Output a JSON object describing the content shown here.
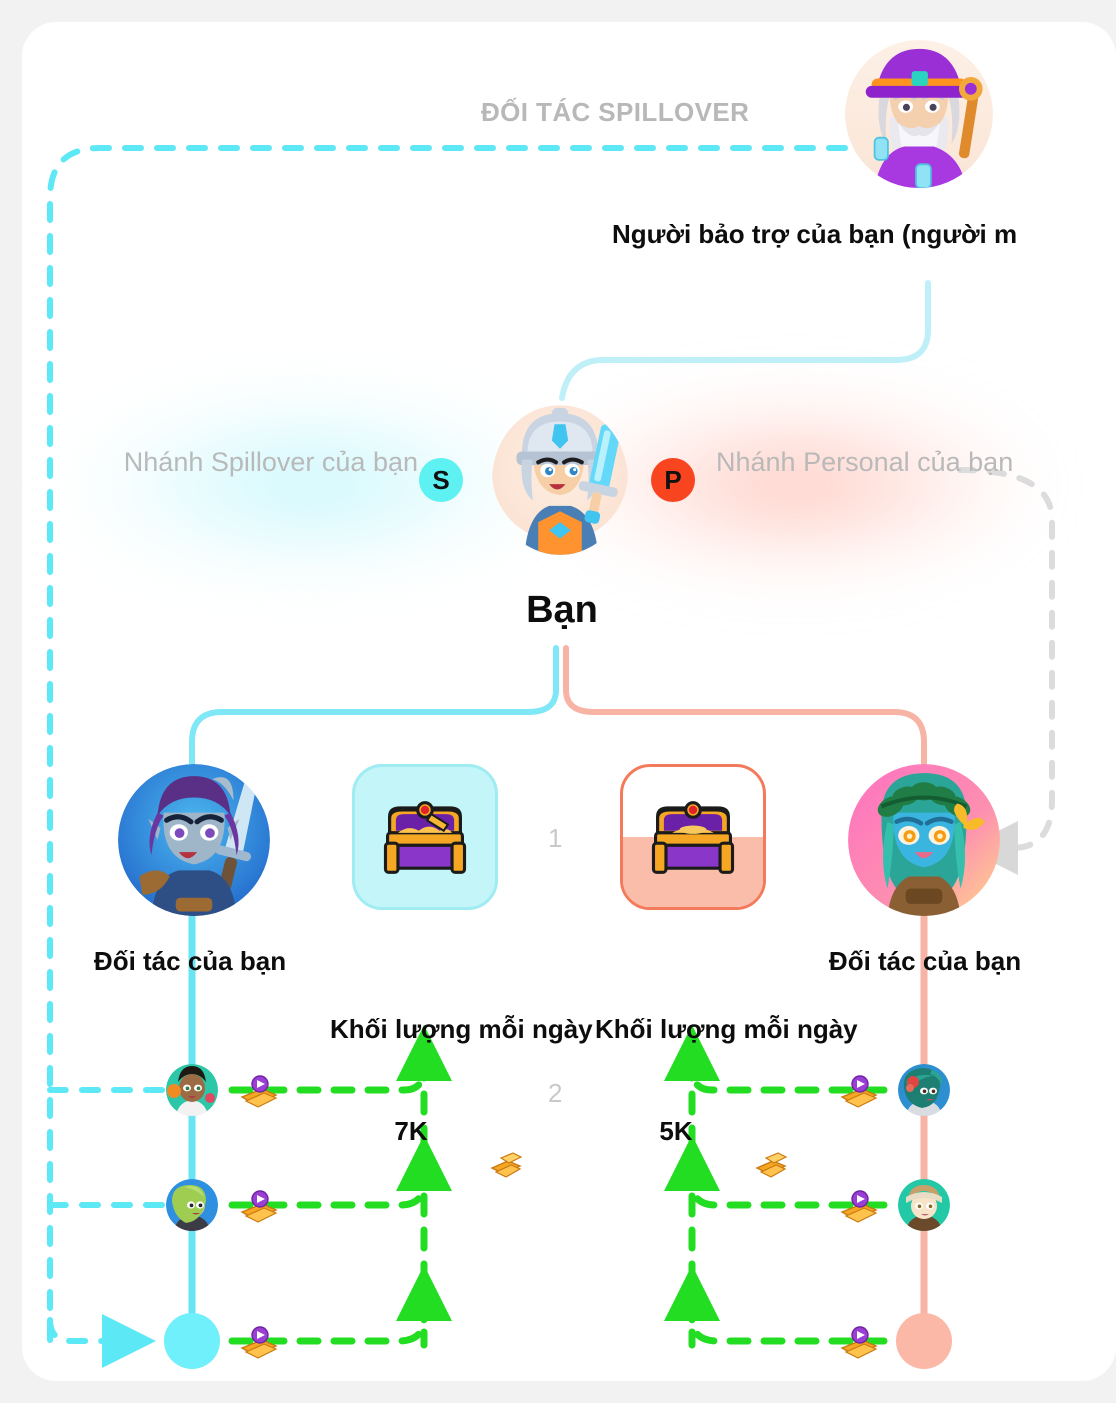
{
  "header": {
    "spillover_title": "ĐỐI TÁC SPILLOVER",
    "sponsor_label": "Người bảo trợ của bạn (người m"
  },
  "center": {
    "you_label": "Bạn",
    "branch_spillover": "Nhánh Spillover của bạn",
    "branch_personal": "Nhánh Personal của bạn",
    "badge_spillover": "S",
    "badge_personal": "P"
  },
  "levels": {
    "one": "1",
    "two": "2"
  },
  "columns": [
    {
      "id": "partner-left",
      "label": "Đối tác của bạn",
      "type": "partner",
      "line_color": "#6ae4f5"
    },
    {
      "id": "volume-left",
      "label": "Khối lượng mỗi ngày",
      "type": "volume",
      "value": "7K",
      "card_color": "#c4f5f8"
    },
    {
      "id": "volume-right",
      "label": "Khối lượng mỗi ngày",
      "type": "volume",
      "value": "5K",
      "card_color": "#f9bdaa"
    },
    {
      "id": "partner-right",
      "label": "Đối tác của bạn",
      "type": "partner",
      "line_color": "#f7b3a4"
    }
  ],
  "icons": {
    "gold_bars": "gold-bars-icon",
    "coin_stack": "coin-stack-icon",
    "avatar_sponsor": "wizard-avatar",
    "avatar_you": "knight-avatar",
    "avatar_partner_left": "blue-warrior-avatar",
    "avatar_partner_right": "nature-elf-avatar",
    "downline_left": [
      "brown-hero-avatar",
      "green-hood-avatar",
      "empty-slot"
    ],
    "downline_right": [
      "red-mermaid-avatar",
      "sand-warrior-avatar",
      "empty-slot"
    ]
  },
  "colors": {
    "spillover": "#5de8f5",
    "personal": "#f9b4a4",
    "flow": "#22dd22",
    "badge_s": "#5df1f1",
    "badge_p": "#f8441f",
    "muted_text": "#b8b8b8",
    "page_bg": "#f2f2f2",
    "card_bg": "#ffffff"
  }
}
